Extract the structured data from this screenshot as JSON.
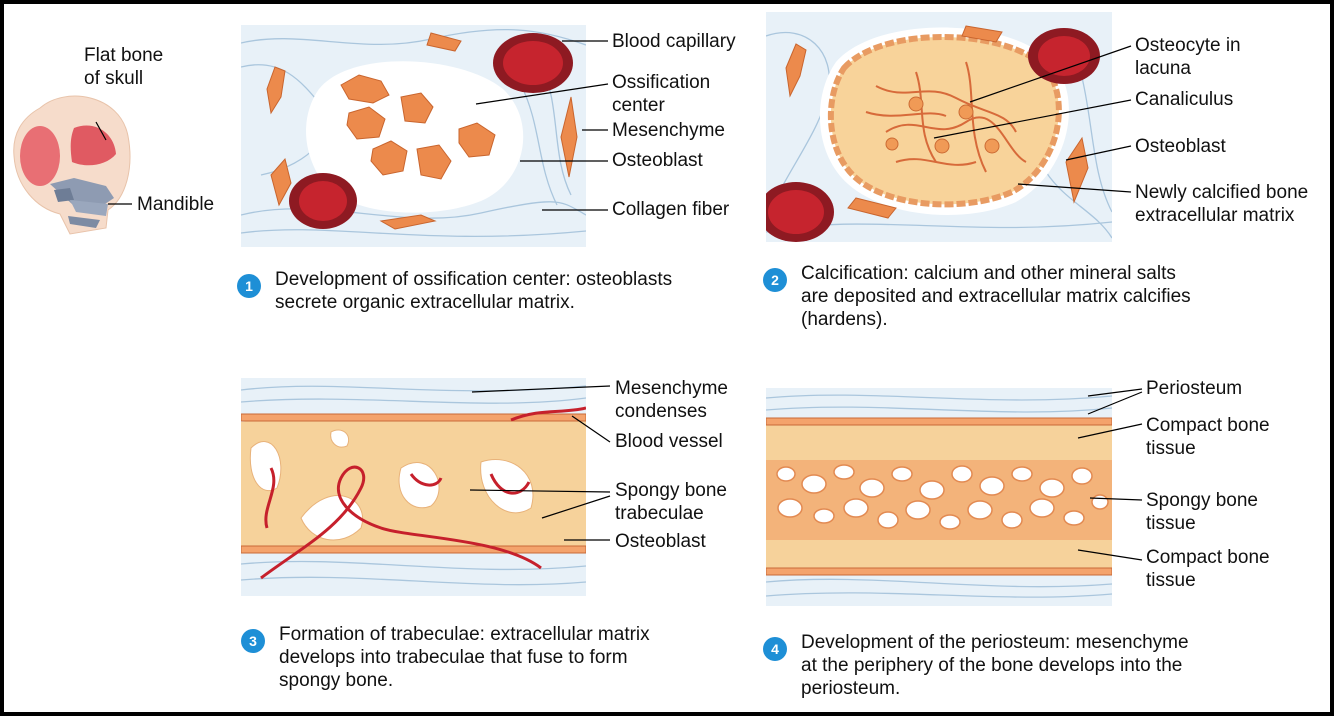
{
  "skull": {
    "labels": [
      "Flat bone\nof skull",
      "Mandible"
    ]
  },
  "panels": [
    {
      "step": "1",
      "caption": "Development of ossification center: osteoblasts secrete organic extracellular matrix.",
      "labels": [
        "Blood capillary",
        "Ossification\ncenter",
        "Mesenchyme",
        "Osteoblast",
        "Collagen fiber"
      ]
    },
    {
      "step": "2",
      "caption": "Calcification: calcium and other mineral salts are deposited and extracellular matrix calcifies (hardens).",
      "labels": [
        "Osteocyte in\nlacuna",
        "Canaliculus",
        "Osteoblast",
        "Newly calcified bone\nextracellular matrix"
      ]
    },
    {
      "step": "3",
      "caption": "Formation of trabeculae: extracellular matrix develops into trabeculae that fuse to form spongy bone.",
      "labels": [
        "Mesenchyme\ncondenses",
        "Blood vessel",
        "Spongy bone\ntrabeculae",
        "Osteoblast"
      ]
    },
    {
      "step": "4",
      "caption": "Development of the periosteum: mesenchyme at the periphery of the bone develops into the periosteum.",
      "labels": [
        "Periosteum",
        "Compact bone\ntissue",
        "Spongy bone\ntissue",
        "Compact bone\ntissue"
      ]
    }
  ]
}
